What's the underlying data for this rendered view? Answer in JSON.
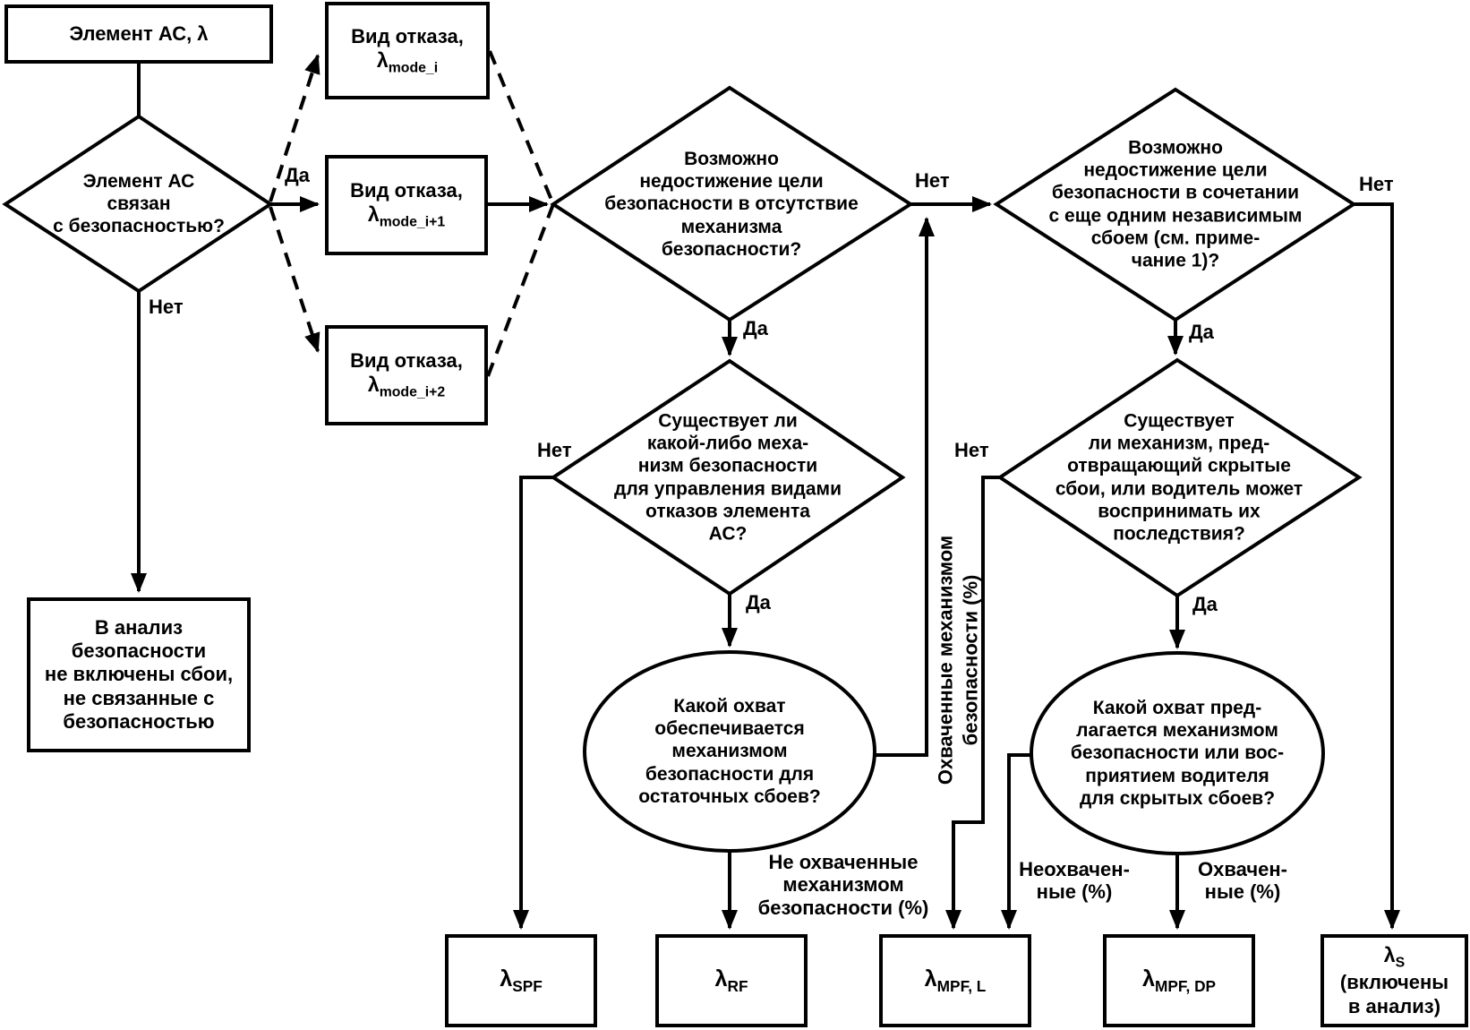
{
  "nodes": {
    "element": {
      "text": "Элемент АС, λ"
    },
    "q_safety_related": {
      "text": "Элемент АС\nсвязан\nс безопасностью?"
    },
    "failure_modes": [
      {
        "title": "Вид отказа,",
        "lambda": "λ",
        "sub": "mode_i"
      },
      {
        "title": "Вид отказа,",
        "lambda": "λ",
        "sub": "mode_i+1"
      },
      {
        "title": "Вид отказа,",
        "lambda": "λ",
        "sub": "mode_i+2"
      }
    ],
    "q_goal_absence": {
      "text": "Возможно\nнедостижение цели\nбезопасности в отсутствие\nмеханизма\nбезопасности?"
    },
    "q_goal_combination": {
      "text": "Возможно\nнедостижение цели\nбезопасности в сочетании\nс еще одним независимым\nсбоем (см. приме-\nчание 1)?"
    },
    "q_mechanism_exists": {
      "text": "Существует ли\nкакой-либо меха-\nнизм безопасности\nдля управления видами\nотказов элемента\nАС?"
    },
    "q_latent_mechanism": {
      "text": "Существует\nли механизм, пред-\nотвращающий скрытые\nсбои, или водитель может\nвоспринимать их\nпоследствия?"
    },
    "q_coverage_residual": {
      "text": "Какой охват\nобеспечивается\nмеханизмом\nбезопасности для\nостаточных сбоев?"
    },
    "q_coverage_latent": {
      "text": "Какой охват пред-\nлагается механизмом\nбезопасности или вос-\nприятием водителя\nдля скрытых сбоев?"
    },
    "excluded": {
      "text": "В анализ\nбезопасности\nне включены сбои,\nне связанные с\nбезопасностью"
    },
    "out_spf": {
      "lambda": "λ",
      "sub": "SPF"
    },
    "out_rf": {
      "lambda": "λ",
      "sub": "RF"
    },
    "out_mpf_l": {
      "lambda": "λ",
      "sub": "MPF, L"
    },
    "out_mpf_dp": {
      "lambda": "λ",
      "sub": "MPF, DP"
    },
    "out_s": {
      "lambda": "λ",
      "sub": "S",
      "note": "(включены\nв анализ)"
    }
  },
  "labels": {
    "yes": "Да",
    "no": "Нет",
    "not_covered_by_mechanism": "Не охваченные\nмеханизмом\nбезопасности (%)",
    "covered_by_mechanism_vertical": "Охваченные механизмом\nбезопасности (%)",
    "uncovered_pct": "Неохвачен-\nные (%)",
    "covered_pct": "Охвачен-\nные (%)"
  },
  "colors": {
    "stroke": "#000000",
    "background": "#ffffff"
  }
}
